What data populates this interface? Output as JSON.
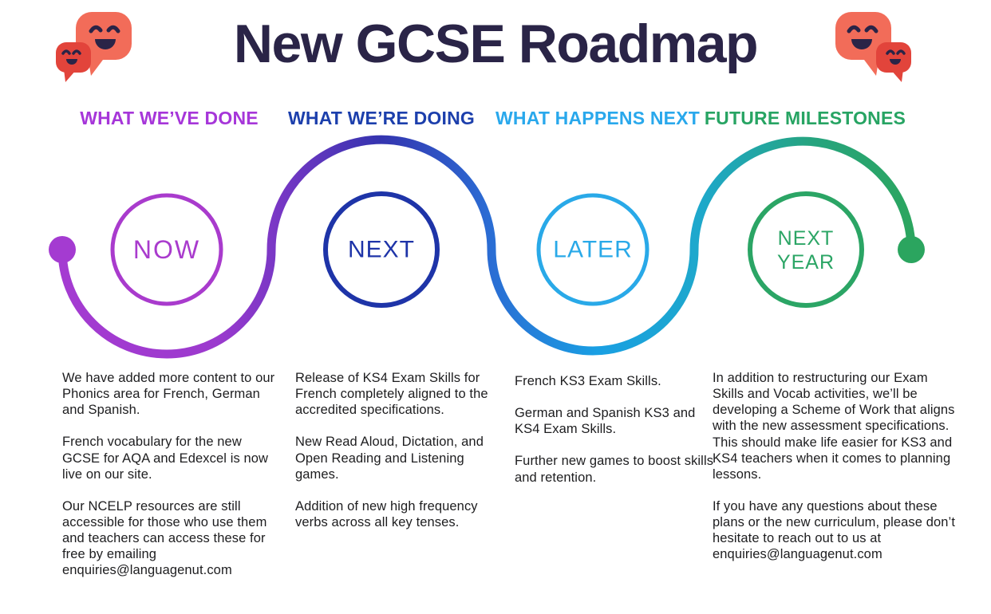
{
  "header": {
    "title": "New GCSE Roadmap",
    "title_color": "#2A2447"
  },
  "logo": {
    "large_bubble_color": "#F26C59",
    "small_bubble_color": "#E2443B",
    "face_color": "#2A2447"
  },
  "roadmap": {
    "path_gradient": [
      "#A43BD1",
      "#9C3ACE",
      "#7537C4",
      "#3434AF",
      "#2B6BD3",
      "#199FE3",
      "#1EA8CC",
      "#26A480",
      "#2BA55F"
    ],
    "start_dot_color": "#A43BD1",
    "end_dot_color": "#2BA55F"
  },
  "columns": [
    {
      "header": "WHAT WE’VE DONE",
      "header_color": "#A636D9",
      "milestone": {
        "lines": [
          "NOW"
        ],
        "color": "#A93BCD"
      },
      "paragraphs": [
        "We have added more content to our Phonics area for French, German and Spanish.",
        "French vocabulary for the new GCSE for AQA and Edexcel is now live on our site.",
        "Our NCELP resources are still accessible for those who use them and teachers can access these for free by emailing enquiries@languagenut.com"
      ]
    },
    {
      "header": "WHAT WE’RE DOING",
      "header_color": "#1C3FAC",
      "milestone": {
        "lines": [
          "NEXT"
        ],
        "color": "#1E34A8"
      },
      "paragraphs": [
        "Release of KS4 Exam Skills for French completely aligned to the accredited specifications.",
        "New Read Aloud, Dictation, and Open Reading and Listening games.",
        "Addition of new high frequency verbs across all key tenses."
      ]
    },
    {
      "header": "WHAT HAPPENS NEXT",
      "header_color": "#29A8EC",
      "milestone": {
        "lines": [
          "LATER"
        ],
        "color": "#29A9E8"
      },
      "paragraphs": [
        "French KS3 Exam Skills.",
        "German and Spanish KS3 and KS4 Exam Skills.",
        "Further new games to boost skills and retention."
      ]
    },
    {
      "header": "FUTURE MILESTONES",
      "header_color": "#27A463",
      "milestone": {
        "lines": [
          "NEXT",
          "YEAR"
        ],
        "color": "#2BA565"
      },
      "paragraphs": [
        "In addition to restructuring our Exam Skills and Vocab activities, we’ll be developing a Scheme of Work that aligns with the new assessment specifications. This should make life easier for KS3 and KS4 teachers when it comes to planning lessons.",
        "If you have any questions about these plans or the new curriculum, please don’t hesitate to reach out to us at enquiries@languagenut.com"
      ]
    }
  ]
}
